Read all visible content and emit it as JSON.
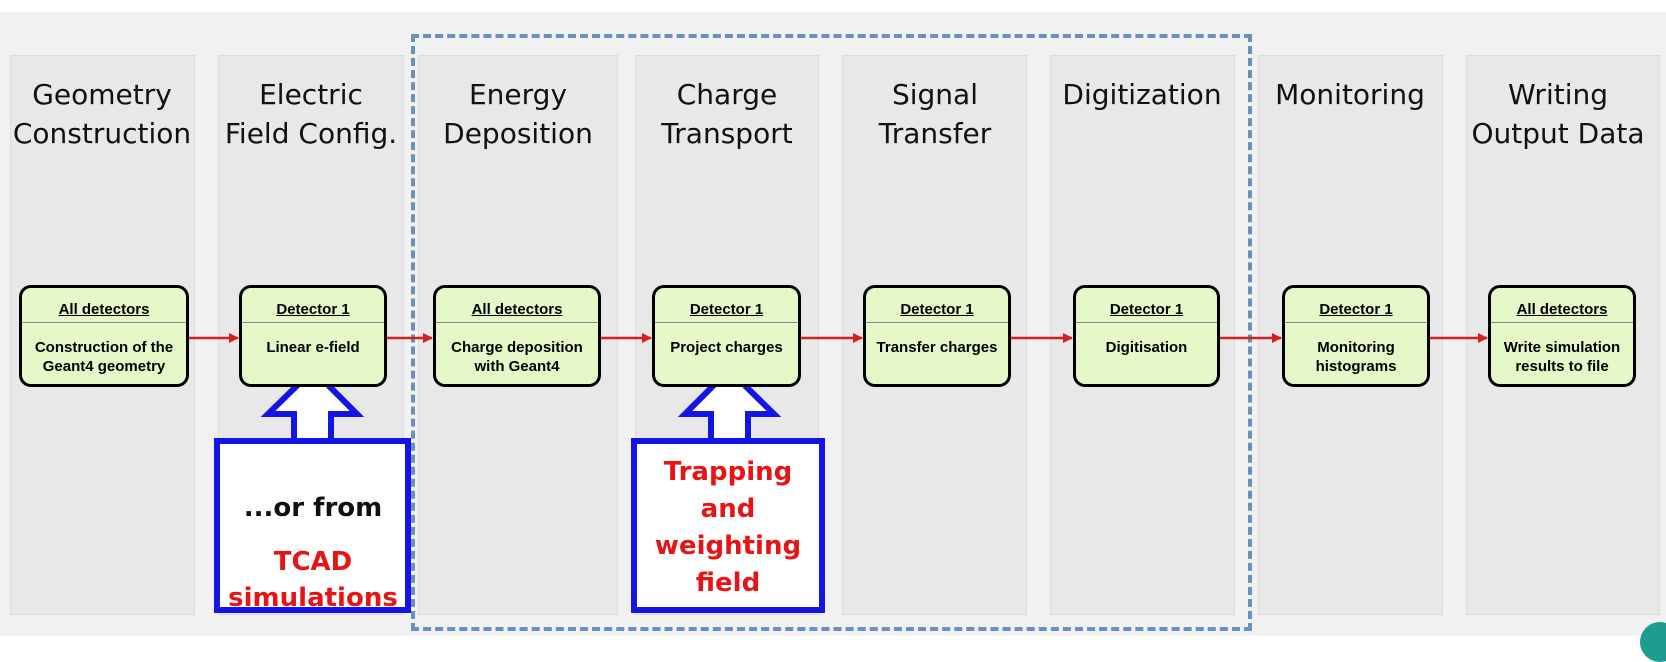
{
  "stages": [
    {
      "title": "Geometry\nConstruction",
      "head": "All detectors",
      "body": "Construction of the\nGeant4 geometry"
    },
    {
      "title": "Electric\nField Config.",
      "head": "Detector 1",
      "body": "Linear e-field"
    },
    {
      "title": "Energy\nDeposition",
      "head": "All detectors",
      "body": "Charge deposition\nwith Geant4"
    },
    {
      "title": "Charge\nTransport",
      "head": "Detector 1",
      "body": "Project charges"
    },
    {
      "title": "Signal\nTransfer",
      "head": "Detector 1",
      "body": "Transfer charges"
    },
    {
      "title": "Digitization",
      "head": "Detector 1",
      "body": "Digitisation"
    },
    {
      "title": "Monitoring",
      "head": "Detector 1",
      "body": "Monitoring\nhistograms"
    },
    {
      "title": "Writing\nOutput Data",
      "head": "All detectors",
      "body": "Write simulation\nresults to file"
    }
  ],
  "callouts": [
    {
      "line1": "...or from",
      "line2": "TCAD\nsimulations"
    },
    {
      "text": "Trapping\nand\nweighting\nfield"
    }
  ],
  "colors": {
    "box_fill": "#e6f8c8",
    "arrow": "#d42020",
    "callout_border": "#1414e6",
    "callout_red": "#e61414",
    "dashed_frame": "#6b8fbe"
  }
}
